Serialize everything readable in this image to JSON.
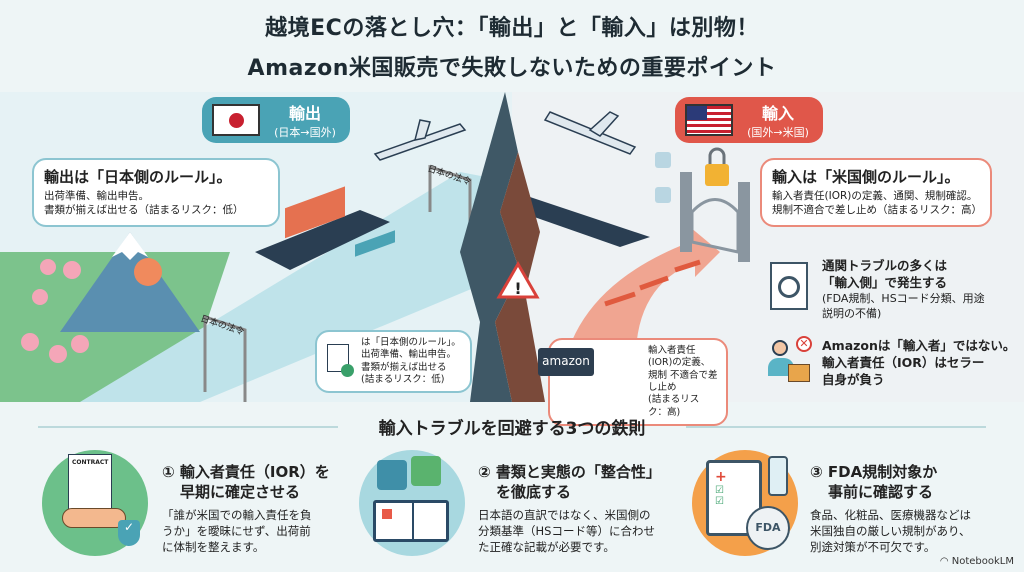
{
  "title": {
    "line1": "越境ECの落とし穴：「輸出」と「輸入」は別物！",
    "line2": "Amazon米国販売で失敗しないための重要ポイント"
  },
  "export": {
    "badge_title": "輸出",
    "badge_sub": "(日本→国外)",
    "bubble_heading": "輸出は「日本側のルール」。",
    "bubble_line1": "出荷準備、輸出申告。",
    "bubble_line2": "書類が揃えば出せる（詰まるリスク：低）",
    "gate_label": "日本の法令",
    "small_bubble": [
      "は「日本側のルール」。",
      "出荷準備、輸出申告。",
      "書類が揃えば出せる",
      "(詰まるリスク：低)"
    ],
    "color": "#4aa3b5"
  },
  "import": {
    "badge_title": "輸入",
    "badge_sub": "(国外→米国)",
    "bubble_heading": "輸入は「米国側のルール」。",
    "bubble_line1": "輸入者責任(IOR)の定義、通関、規制確認。",
    "bubble_line2": "規制不適合で差し止め（詰まるリスク：高）",
    "amazon_logo": "amazon",
    "amazon_bubble": [
      "輸入者責任(IOR)の定義、",
      "規制 不適合で差し止め",
      "(詰まるリスク：高)"
    ],
    "color": "#e0574a"
  },
  "info": [
    {
      "icon": "document-magnifier-icon",
      "lines": [
        "通関トラブルの多くは",
        "「輸入側」で発生する"
      ],
      "sub": [
        "(FDA規制、HSコード分類、用途",
        "説明の不備)"
      ]
    },
    {
      "icon": "person-box-icon",
      "lines": [
        "Amazonは「輸入者」ではない。",
        "輸入者責任（IOR）はセラー",
        "自身が負う"
      ]
    }
  ],
  "section_heading": "輸入トラブルを回避する3つの鉄則",
  "rules": [
    {
      "title": [
        "① 輸入者責任（IOR）を",
        "早期に確定させる"
      ],
      "body": [
        "「誰が米国での輸入責任を負",
        "うか」を曖昧にせず、出荷前",
        "に体制を整えます。"
      ],
      "icon_text": "CONTRACT"
    },
    {
      "title": [
        "② 書類と実態の「整合性」",
        "を徹底する"
      ],
      "body": [
        "日本語の直訳ではなく、米国側の",
        "分類基準（HSコード等）に合わせ",
        "た正確な記載が必要です。"
      ]
    },
    {
      "title": [
        "③ FDA規制対象か",
        "事前に確認する"
      ],
      "body": [
        "食品、化粧品、医療機器などは",
        "米国独自の厳しい規制があり、",
        "別途対策が不可欠です。"
      ],
      "icon_text": "FDA"
    }
  ],
  "footer": "NotebookLM"
}
